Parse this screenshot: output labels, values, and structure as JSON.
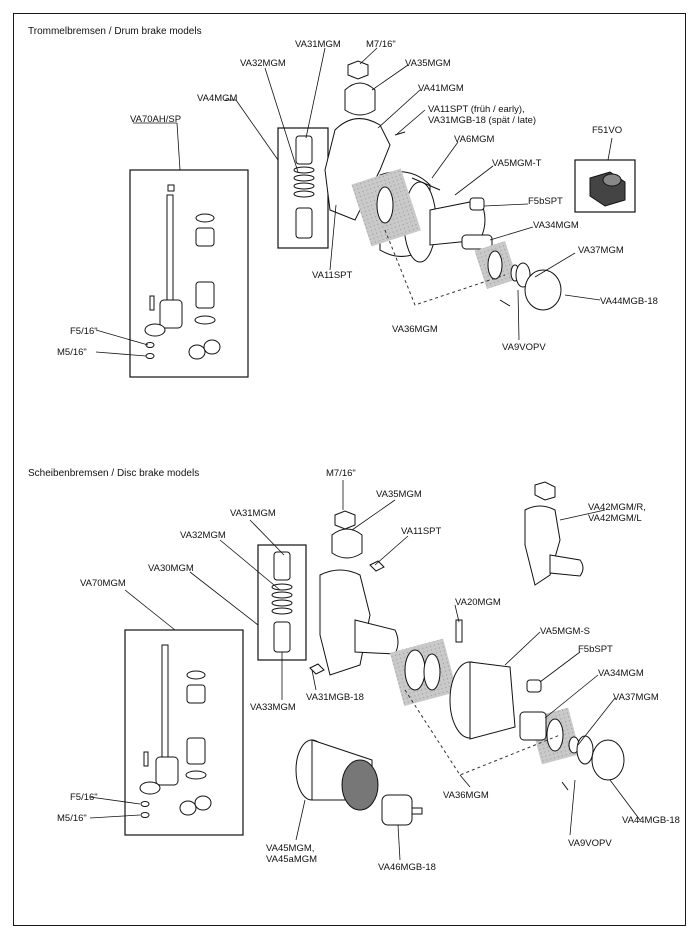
{
  "sections": {
    "drum": "Trommelbremsen / Drum brake models",
    "disc": "Scheibenbremsen / Disc brake models"
  },
  "drum_labels": {
    "va31mgm": "VA31MGM",
    "m7_16": "M7/16\"",
    "va32mgm": "VA32MGM",
    "va35mgm": "VA35MGM",
    "va41mgm": "VA41MGM",
    "va4mgm": "VA4MGM",
    "va11spt_line1": "VA11SPT (früh / early),",
    "va11spt_line2": "VA31MGB-18 (spät / late)",
    "va70ah_sp": "VA70AH/SP",
    "va6mgm": "VA6MGM",
    "f51vo": "F51VO",
    "va5mgm_t": "VA5MGM-T",
    "f5bspt": "F5bSPT",
    "va34mgm": "VA34MGM",
    "va11spt": "VA11SPT",
    "va37mgm": "VA37MGM",
    "va44mgb_18": "VA44MGB-18",
    "f5_16": "F5/16\"",
    "va36mgm": "VA36MGM",
    "m5_16": "M5/16\"",
    "va9vopv": "VA9VOPV"
  },
  "disc_labels": {
    "m7_16": "M7/16\"",
    "va35mgm": "VA35MGM",
    "va31mgm": "VA31MGM",
    "va42mgm_line1": "VA42MGM/R,",
    "va42mgm_line2": "VA42MGM/L",
    "va32mgm": "VA32MGM",
    "va11spt": "VA11SPT",
    "va30mgm": "VA30MGM",
    "va70mgm": "VA70MGM",
    "va20mgm": "VA20MGM",
    "va5mgm_s": "VA5MGM-S",
    "f5bspt": "F5bSPT",
    "va34mgm": "VA34MGM",
    "va31mgb_18": "VA31MGB-18",
    "va33mgm": "VA33MGM",
    "va37mgm": "VA37MGM",
    "f5_16": "F5/16\"",
    "m5_16": "M5/16\"",
    "va36mgm": "VA36MGM",
    "va44mgb_18": "VA44MGB-18",
    "va9vopv": "VA9VOPV",
    "va45_line1": "VA45MGM,",
    "va45_line2": "VA45aMGM",
    "va46mgb_18": "VA46MGB-18"
  }
}
